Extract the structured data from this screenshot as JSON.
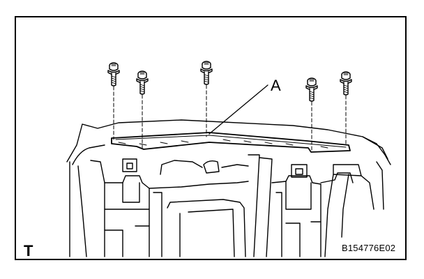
{
  "labels": {
    "callout": "A",
    "view_marker": "T",
    "figure_code": "B154776E02"
  },
  "colors": {
    "ink": "#000000",
    "paper": "#ffffff"
  },
  "icons": [
    "bolt-icon"
  ]
}
